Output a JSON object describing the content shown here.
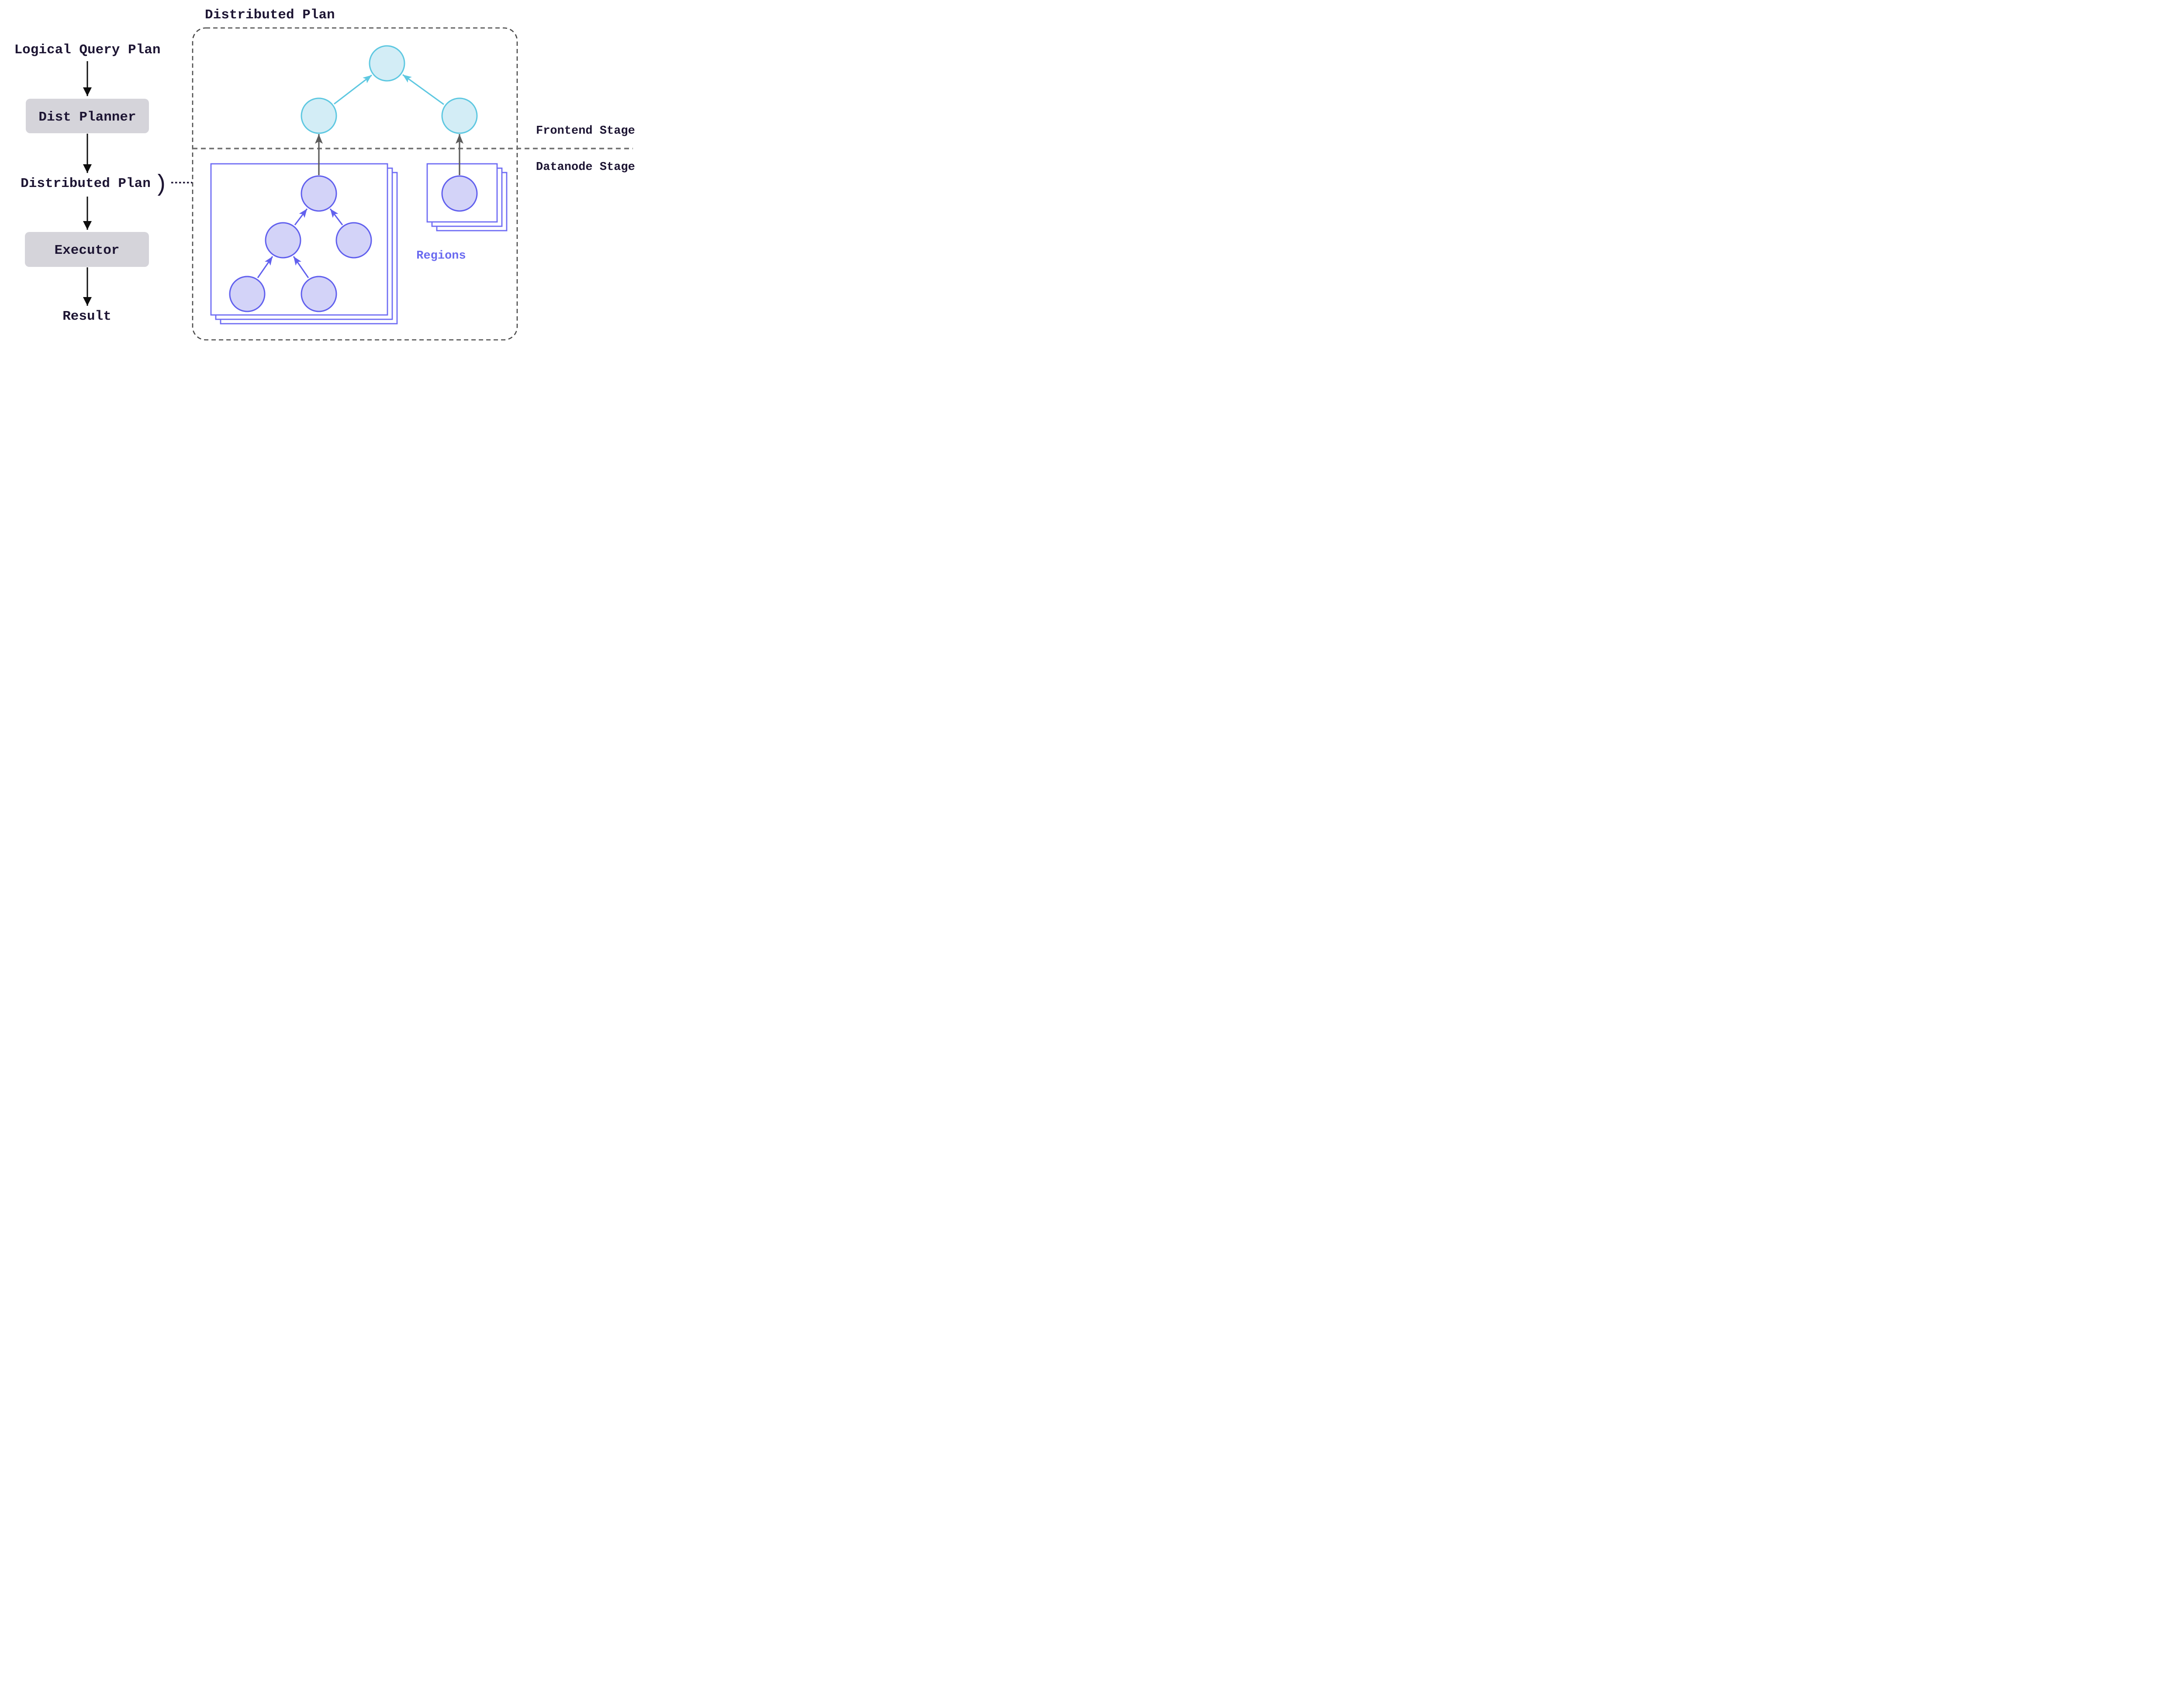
{
  "diagram": {
    "left_flow": {
      "logical_query_plan": "Logical Query Plan",
      "dist_planner": "Dist Planner",
      "distributed_plan": "Distributed Plan",
      "bracket": ")",
      "executor": "Executor",
      "result": "Result"
    },
    "plan_box": {
      "title": "Distributed Plan",
      "frontend_stage": "Frontend Stage",
      "datanode_stage": "Datanode Stage",
      "regions": "Regions"
    },
    "colors": {
      "ink": "#1d1533",
      "box_fill": "#d5d4da",
      "black_arrow": "#0d0d0d",
      "dashed_border": "#4c4c4c",
      "divider": "#6f6f6f",
      "gray_arrow": "#5b5b5b",
      "cyan_fill": "#d3edf6",
      "cyan_stroke": "#5ec8e1",
      "purple_fill": "#d3d3f8",
      "purple_stroke": "#6160ee",
      "purple_box": "#6e6cf4",
      "regions_text": "#6a6af0"
    }
  }
}
